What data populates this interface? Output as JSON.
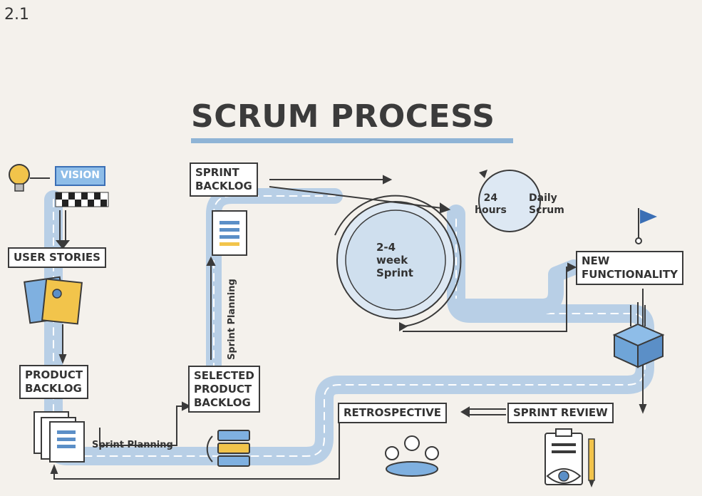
{
  "figure_number": "2.1",
  "title": "SCRUM PROCESS",
  "labels": {
    "vision": "VISION",
    "user_stories": "USER STORIES",
    "product_backlog": "PRODUCT\nBACKLOG",
    "selected_product_backlog": "SELECTED\nPRODUCT\nBACKLOG",
    "sprint_backlog": "SPRINT\nBACKLOG",
    "new_functionality": "NEW\nFUNCTIONALITY",
    "sprint_review": "SPRINT REVIEW",
    "retrospective": "RETROSPECTIVE",
    "sprint_planning_horizontal": "Sprint Planning",
    "sprint_planning_vertical": "Sprint Planning",
    "sprint_cycle": "2-4\nweek\nSprint",
    "daily_hours": "24\nhours",
    "daily_scrum": "Daily\nScrum"
  },
  "icons": [
    "lightbulb-icon",
    "finish-flag-pattern",
    "user-story-cards-icon",
    "documents-icon",
    "document-icon",
    "stacked-blocks-icon",
    "flag-icon",
    "box-icon",
    "meeting-people-icon",
    "clipboard-eye-icon",
    "pencil-icon"
  ],
  "colors": {
    "background": "#f4f1ec",
    "road": "#b8cfe6",
    "road_dash": "#ffffff",
    "accent_blue": "#5b8fc7",
    "accent_yellow": "#f2c44b",
    "outline": "#3a3a3a"
  }
}
